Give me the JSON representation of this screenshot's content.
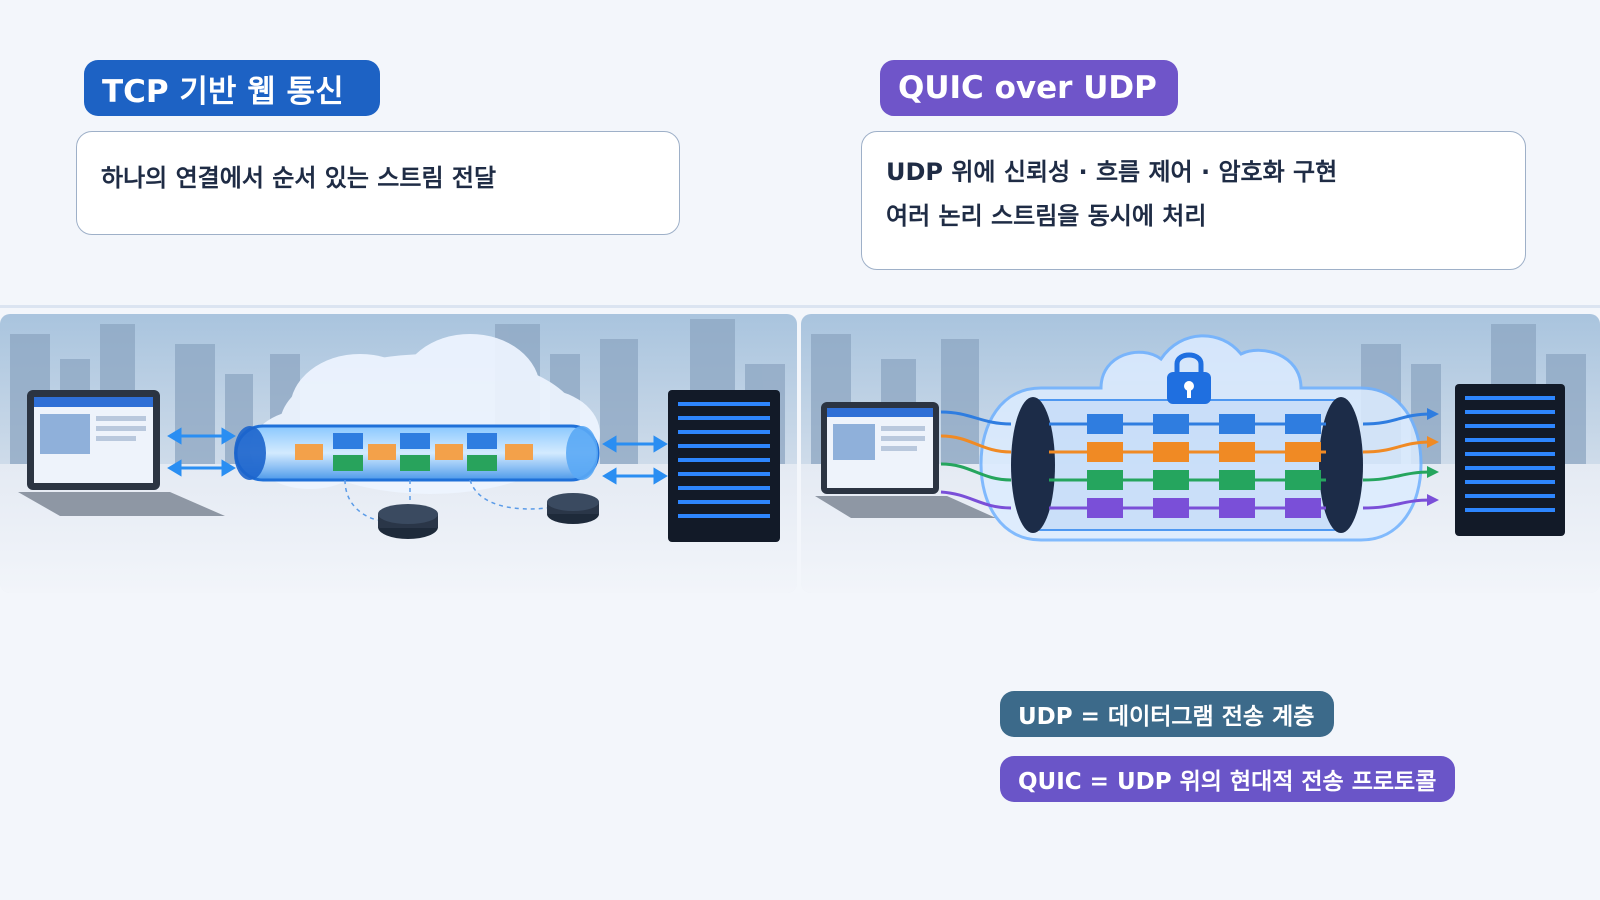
{
  "tcp": {
    "title": "TCP 기반 웹 통신",
    "lines": [
      "하나의 연결에서 순서 있는 스트림 전달"
    ]
  },
  "quic": {
    "title": "QUIC over UDP",
    "lines": [
      "UDP 위에 신뢰성 · 흐름 제어 · 암호화 구현",
      "여러 논리 스트림을 동시에 처리"
    ]
  },
  "badges": {
    "udp": "UDP = 데이터그램 전송 계층",
    "quic": "QUIC = UDP 위의 현대적 전송 프로토콜"
  },
  "colors": {
    "tcp_accent": "#1d62c4",
    "quic_accent": "#6f55c9",
    "udp_badge": "#3c6a8a",
    "stream_blue": "#2f7de0",
    "stream_orange": "#f08a24",
    "stream_green": "#25a55e",
    "stream_purple": "#7a4fd8"
  },
  "icons": {
    "left_panel": [
      "laptop-icon",
      "cloud-icon",
      "pipe-tunnel-icon",
      "router-icon",
      "server-rack-icon"
    ],
    "right_panel": [
      "laptop-icon",
      "lock-icon",
      "multi-stream-tunnel-icon",
      "server-rack-icon"
    ]
  }
}
